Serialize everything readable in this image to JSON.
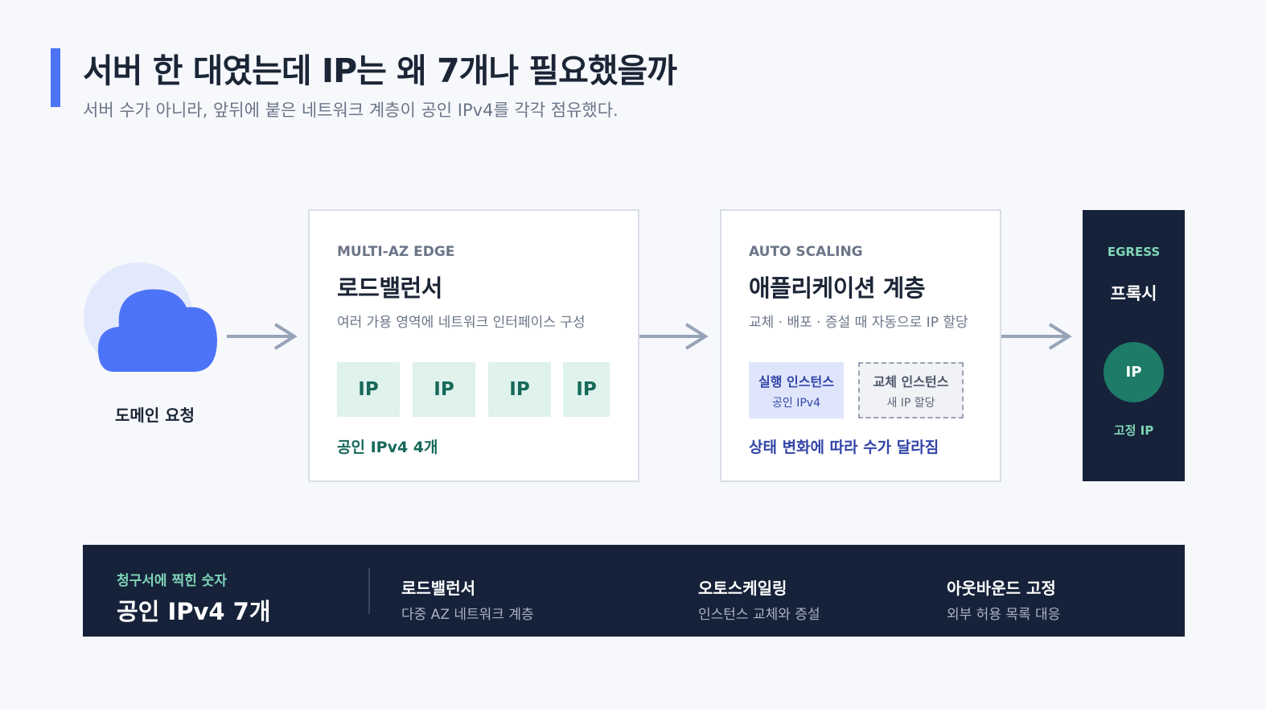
{
  "header": {
    "title": "서버 한 대였는데 IP는 왜 7개나 필요했을까",
    "subtitle": "서버 수가 아니라, 앞뒤에 붙은 네트워크 계층이 공인 IPv4를 각각 점유했다."
  },
  "source": {
    "label": "도메인 요청"
  },
  "load_balancer": {
    "eyebrow": "MULTI-AZ EDGE",
    "title": "로드밸런서",
    "description": "여러 가용 영역에 네트워크 인터페이스 구성",
    "chips": [
      "IP",
      "IP",
      "IP",
      "IP"
    ],
    "note": "공인 IPv4 4개"
  },
  "auto_scaling": {
    "eyebrow": "AUTO SCALING",
    "title": "애플리케이션 계층",
    "description": "교체 · 배포 · 증설 때 자동으로 IP 할당",
    "running": {
      "title": "실행 인스턴스",
      "sub": "공인 IPv4"
    },
    "replacement": {
      "title": "교체 인스턴스",
      "sub": "새 IP 할당"
    },
    "note": "상태 변화에 따라 수가 달라짐"
  },
  "egress": {
    "eyebrow": "EGRESS",
    "title": "프록시",
    "chip": "IP",
    "note": "고정 IP"
  },
  "summary": {
    "eyebrow": "청구서에 찍힌 숫자",
    "total": "공인 IPv4 7개",
    "items": [
      {
        "title": "로드밸런서",
        "desc": "다중 AZ 네트워크 계층"
      },
      {
        "title": "오토스케일링",
        "desc": "인스턴스 교체와 증설"
      },
      {
        "title": "아웃바운드 고정",
        "desc": "외부 허용 목록 대응"
      }
    ]
  },
  "colors": {
    "accent": "#4d73f8",
    "navy": "#16223a",
    "green": "#17695a",
    "mint": "#7fd6b8",
    "blue_text": "#3245a8"
  },
  "icons": [
    "cloud-icon",
    "arrow-right-icon"
  ]
}
